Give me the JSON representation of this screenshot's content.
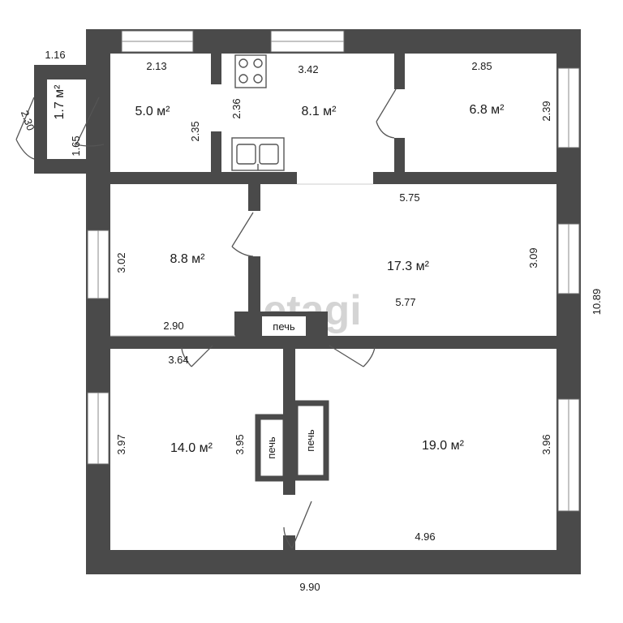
{
  "rooms": [
    {
      "id": "vestibule",
      "area": "1.7 м²"
    },
    {
      "id": "bath",
      "area": "5.0 м²"
    },
    {
      "id": "kitchen",
      "area": "8.1 м²"
    },
    {
      "id": "room-ne",
      "area": "6.8 м²"
    },
    {
      "id": "room-w",
      "area": "8.8 м²"
    },
    {
      "id": "hall",
      "area": "17.3 м²"
    },
    {
      "id": "room-sw",
      "area": "14.0 м²"
    },
    {
      "id": "room-se",
      "area": "19.0 м²"
    }
  ],
  "dimensions": {
    "d116": "1.16",
    "d230": "2.30",
    "d165": "1.65",
    "d213": "2.13",
    "d235": "2.35",
    "d236": "2.36",
    "d342": "3.42",
    "d285": "2.85",
    "d239": "2.39",
    "d575": "5.75",
    "d302": "3.02",
    "d290": "2.90",
    "d309": "3.09",
    "d577": "5.77",
    "d1089": "10.89",
    "d364": "3.64",
    "d397": "3.97",
    "d395": "3.95",
    "d396": "3.96",
    "d496": "4.96",
    "d990": "9.90"
  },
  "stoves": {
    "top": "печь",
    "left": "печь",
    "right": "печь"
  },
  "watermark": "etagi",
  "colors": {
    "wall": "#4a4a4a",
    "window": "#ffffff",
    "line": "#666666",
    "background": "#ffffff"
  },
  "icons": [
    "cooktop-icon",
    "sink-icon",
    "door-swing-icon",
    "window-icon"
  ]
}
